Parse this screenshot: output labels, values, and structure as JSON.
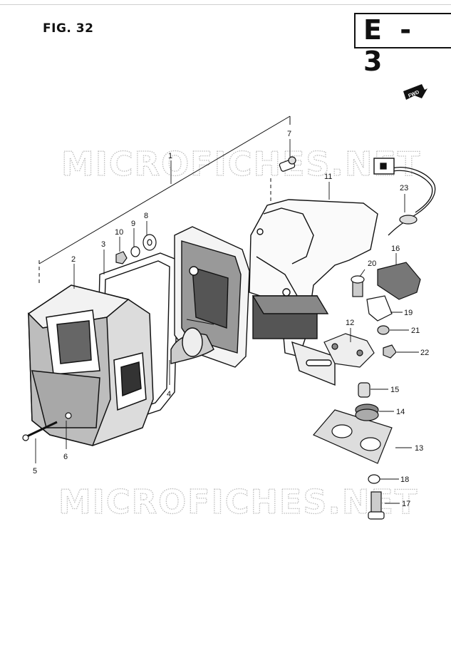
{
  "figure": {
    "title": "FIG. 32",
    "code": "E - 3"
  },
  "watermark": {
    "text": "MICROFICHES.NET"
  },
  "fwd_tag": "FWD",
  "footer": {
    "code": ""
  },
  "callouts": [
    "1",
    "2",
    "3",
    "4",
    "5",
    "6",
    "7",
    "8",
    "9",
    "10",
    "11",
    "12",
    "13",
    "14",
    "15",
    "16",
    "17",
    "18",
    "19",
    "20",
    "21",
    "22",
    "23"
  ]
}
